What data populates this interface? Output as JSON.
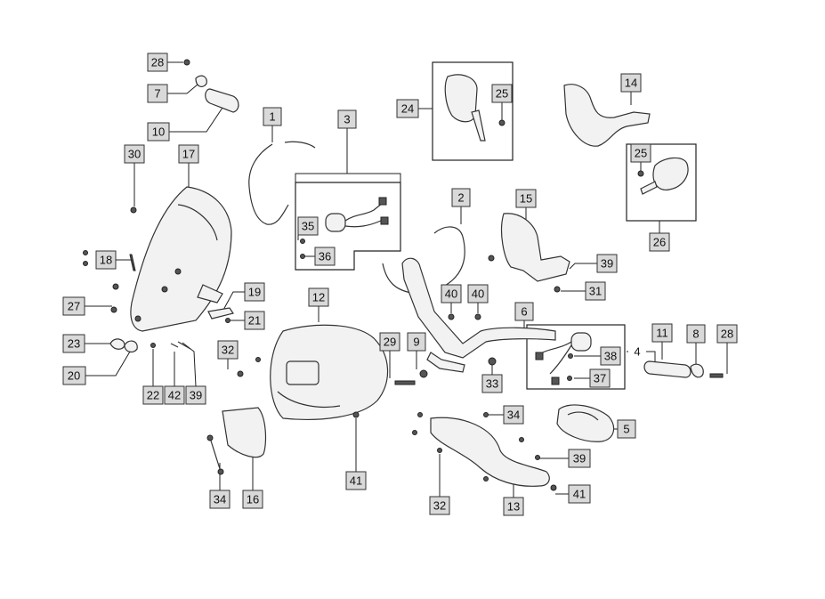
{
  "diagram": {
    "callouts": [
      {
        "id": "c28a",
        "label": "28"
      },
      {
        "id": "c7",
        "label": "7"
      },
      {
        "id": "c10",
        "label": "10"
      },
      {
        "id": "c30",
        "label": "30"
      },
      {
        "id": "c17",
        "label": "17"
      },
      {
        "id": "c1",
        "label": "1"
      },
      {
        "id": "c3",
        "label": "3"
      },
      {
        "id": "c24",
        "label": "24"
      },
      {
        "id": "c25a",
        "label": "25"
      },
      {
        "id": "c14",
        "label": "14"
      },
      {
        "id": "c25b",
        "label": "25"
      },
      {
        "id": "c26",
        "label": "26"
      },
      {
        "id": "c2",
        "label": "2"
      },
      {
        "id": "c15",
        "label": "15"
      },
      {
        "id": "c35",
        "label": "35"
      },
      {
        "id": "c36",
        "label": "36"
      },
      {
        "id": "c18",
        "label": "18"
      },
      {
        "id": "c39a",
        "label": "39"
      },
      {
        "id": "c31",
        "label": "31"
      },
      {
        "id": "c27",
        "label": "27"
      },
      {
        "id": "c19",
        "label": "19"
      },
      {
        "id": "c12",
        "label": "12"
      },
      {
        "id": "c40a",
        "label": "40"
      },
      {
        "id": "c40b",
        "label": "40"
      },
      {
        "id": "c6",
        "label": "6"
      },
      {
        "id": "c21",
        "label": "21"
      },
      {
        "id": "c23",
        "label": "23"
      },
      {
        "id": "c20",
        "label": "20"
      },
      {
        "id": "c32a",
        "label": "32"
      },
      {
        "id": "c29",
        "label": "29"
      },
      {
        "id": "c9",
        "label": "9"
      },
      {
        "id": "c11",
        "label": "11"
      },
      {
        "id": "c8",
        "label": "8"
      },
      {
        "id": "c28b",
        "label": "28"
      },
      {
        "id": "c38",
        "label": "38"
      },
      {
        "id": "c4",
        "label": "4"
      },
      {
        "id": "c37",
        "label": "37"
      },
      {
        "id": "c33",
        "label": "33"
      },
      {
        "id": "c22",
        "label": "22"
      },
      {
        "id": "c42",
        "label": "42"
      },
      {
        "id": "c39b",
        "label": "39"
      },
      {
        "id": "c34a",
        "label": "34"
      },
      {
        "id": "c5",
        "label": "5"
      },
      {
        "id": "c39c",
        "label": "39"
      },
      {
        "id": "c41a",
        "label": "41"
      },
      {
        "id": "c41b",
        "label": "41"
      },
      {
        "id": "c34b",
        "label": "34"
      },
      {
        "id": "c16",
        "label": "16"
      },
      {
        "id": "c32b",
        "label": "32"
      },
      {
        "id": "c13",
        "label": "13"
      }
    ]
  }
}
